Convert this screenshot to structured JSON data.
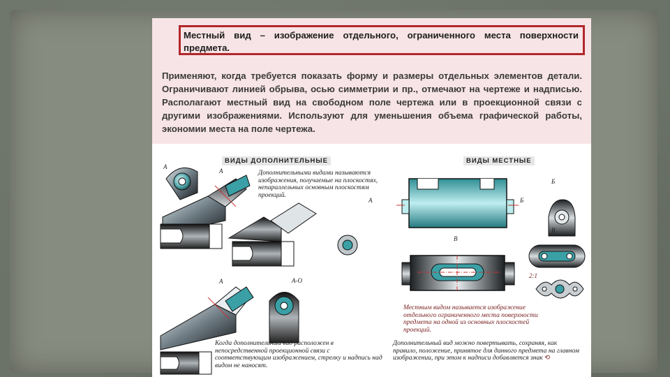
{
  "definition": "Местный вид – изображение отдельного, ограниченного места поверхности предмета.",
  "description": "Применяют, когда требуется показать форму и размеры отдельных элементов детали. Ограничивают линией обрыва, осью симметрии и пр., отмечают на чертеже и надписью. Располагают местный вид на свободном поле чертежа или в проекционной связи с другими изображениями. Используют для уменьшения объема графической работы, экономии места на поле чертежа.",
  "labels": {
    "additional_views": "ВИДЫ ДОПОЛНИТЕЛЬНЫЕ",
    "local_views": "ВИДЫ МЕСТНЫЕ"
  },
  "notes": {
    "additional_def": "Дополнительными видами называются изображения, получаемые на плоскостях, непараллельных основным плоскостям проекций.",
    "local_def": "Местным видом называется изображение отдельного ограниченного места поверхности предмета на одной из основных плоскостей проекций.",
    "additional_projection": "Когда дополнительный вид расположен в непосредственной проекционной связи с соответствующим изображением, стрелку и надпись над видом не наносят.",
    "rotation": "Дополнительный вид можно повертывать, сохраняя, как правило, положение, принятое для данного предмета на главном изображении, при этом к надписи добавляется знак"
  },
  "marks": {
    "a": "А",
    "b": "Б",
    "v": "В",
    "a_rot": "А-О",
    "scale": "2:1"
  }
}
